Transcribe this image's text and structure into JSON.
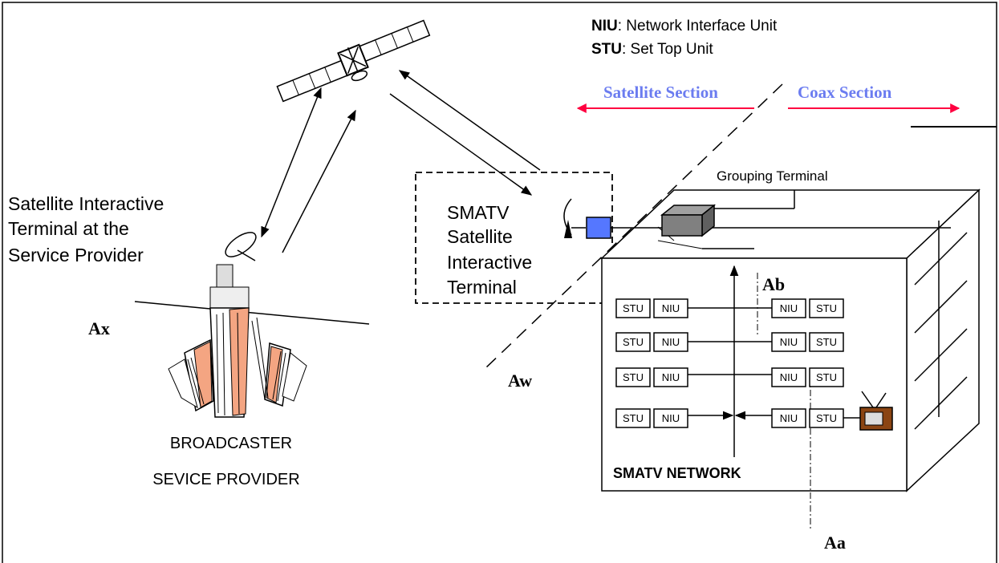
{
  "legend": {
    "niu_abbr": "NIU",
    "niu_text": ": Network Interface Unit",
    "stu_abbr": "STU",
    "stu_text": ": Set Top Unit"
  },
  "sections": {
    "satellite": "Satellite Section",
    "coax": "Coax Section"
  },
  "service_provider_terminal": [
    "Satellite Interactive",
    "Terminal at the",
    "Service Provider"
  ],
  "smatv_terminal": [
    "SMATV",
    "Satellite",
    "Interactive",
    "Terminal"
  ],
  "grouping_terminal": "Grouping Terminal",
  "broadcaster": [
    "BROADCASTER",
    "SEVICE PROVIDER"
  ],
  "network_label": "SMATV NETWORK",
  "interfaces": {
    "ax": "Ax",
    "aw": "Aw",
    "ab": "Ab",
    "aa": "Aa"
  },
  "units": {
    "stu": "STU",
    "niu": "NIU"
  },
  "colors": {
    "section_text": "#6b7cf0",
    "section_arrow": "#ff0040",
    "device_blue": "#5577ff",
    "grouping_gray": "#808080",
    "tv_brown": "#8b4513",
    "building_salmon": "#f4a582"
  }
}
